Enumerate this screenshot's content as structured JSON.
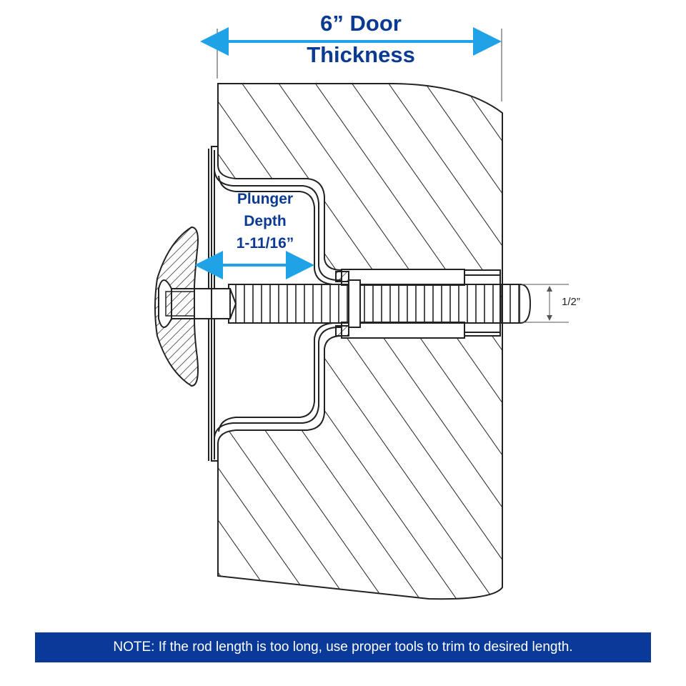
{
  "door_thickness": {
    "line1": "6” Door",
    "line2": "Thickness"
  },
  "plunger_depth": {
    "line1": "Plunger",
    "line2": "Depth",
    "line3": "1-11/16”"
  },
  "rod_diameter": "1/2”",
  "note": "NOTE: If the rod length is too long, use proper tools to trim to desired length.",
  "colors": {
    "label_text": "#0b3a93",
    "arrow": "#1fa3e6",
    "note_background": "#0a3a99",
    "note_text": "#ffffff",
    "line_art": "#222222"
  }
}
